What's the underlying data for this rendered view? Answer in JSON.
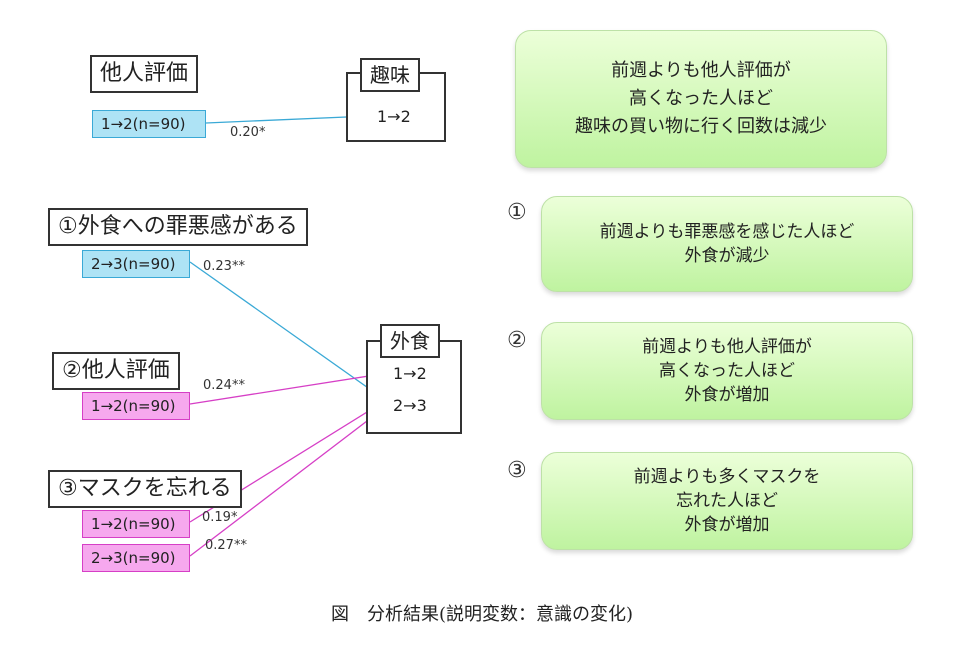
{
  "top": {
    "label": "他人評価",
    "tag": "1→2(n=90)",
    "coef": "0.20*",
    "target_title": "趣味",
    "target_row": "1→2"
  },
  "factors": {
    "f1_label": "①外食への罪悪感がある",
    "f1_tag": "2→3(n=90)",
    "f1_coef": "0.23**",
    "f2_label": "②他人評価",
    "f2_tag": "1→2(n=90)",
    "f2_coef": "0.24**",
    "f3_label": "③マスクを忘れる",
    "f3_tag1": "1→2(n=90)",
    "f3_coef1": "0.19*",
    "f3_tag2": "2→3(n=90)",
    "f3_coef2": "0.27**"
  },
  "outcome": {
    "title": "外食",
    "row1": "1→2",
    "row2": "2→3"
  },
  "summaries": {
    "s0": [
      "前週よりも他人評価が",
      "高くなった人ほど",
      "趣味の買い物に行く回数は減少"
    ],
    "n1": "①",
    "s1": [
      "前週よりも罪悪感を感じた人ほど",
      "外食が減少"
    ],
    "n2": "②",
    "s2": [
      "前週よりも他人評価が",
      "高くなった人ほど",
      "外食が増加"
    ],
    "n3": "③",
    "s3": [
      "前週よりも多くマスクを",
      "忘れた人ほど",
      "外食が増加"
    ]
  },
  "caption": "図　分析結果(説明変数：意識の変化)",
  "colors": {
    "blue_arrow": "#3aa9d6",
    "pink_arrow": "#d63fc6"
  }
}
